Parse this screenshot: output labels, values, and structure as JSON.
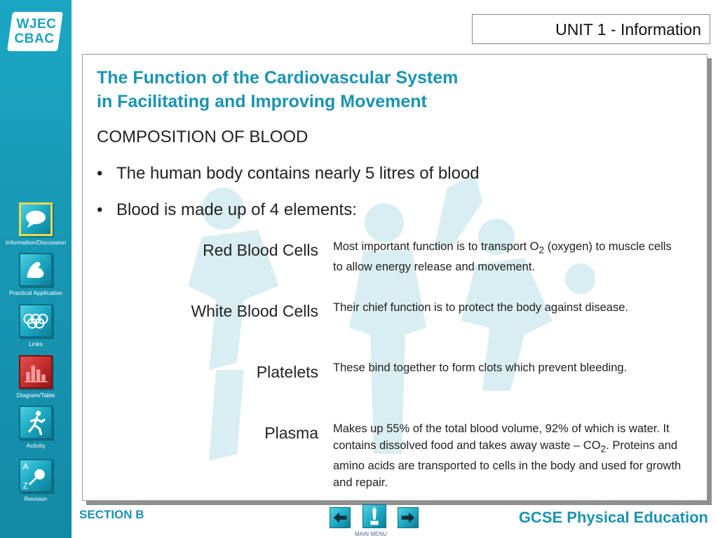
{
  "header": {
    "unit": "UNIT 1 - Information",
    "logo_line1": "WJEC",
    "logo_line2": "CBAC"
  },
  "sidebar": {
    "items": [
      {
        "label": "Information/Discussion",
        "icon": "speech-bubble-icon"
      },
      {
        "label": "Practical Application",
        "icon": "flexed-arm-icon"
      },
      {
        "label": "Links",
        "icon": "olympic-rings-icon"
      },
      {
        "label": "Diagram/Table",
        "icon": "bar-chart-icon"
      },
      {
        "label": "Activity",
        "icon": "running-person-icon"
      },
      {
        "label": "Revision",
        "icon": "a-z-magnifier-icon",
        "letter_a": "A",
        "letter_z": "Z"
      }
    ]
  },
  "main": {
    "title_line1": "The Function of the Cardiovascular System",
    "title_line2": "in Facilitating and Improving Movement",
    "subheading": "COMPOSITION OF BLOOD",
    "bullets": [
      "The human body contains nearly 5 litres of blood",
      "Blood is made up of 4 elements:"
    ],
    "bullet_symbol": "•",
    "elements": [
      {
        "term": "Red Blood Cells",
        "desc_before": "Most important function is to transport O",
        "desc_sub": "2",
        "desc_after": " (oxygen) to muscle cells to allow energy release and movement."
      },
      {
        "term": "White Blood Cells",
        "desc": "Their chief function is to protect the body against disease."
      },
      {
        "term": "Platelets",
        "desc": "These bind together to form clots which prevent bleeding."
      },
      {
        "term": "Plasma",
        "desc_before": "Makes up 55% of the total blood volume, 92% of which is water. It contains dissolved food and takes away waste – CO",
        "desc_sub": "2",
        "desc_after": ". Proteins and amino acids are transported to cells in the body and used for growth and repair."
      }
    ]
  },
  "footer": {
    "section": "SECTION B",
    "course": "GCSE Physical Education",
    "main_menu": "MAIN MENU"
  },
  "colors": {
    "accent": "#1a93b3",
    "sidebar": "#1aa7c2",
    "active_border": "#e8d94a",
    "diagram_button": "#c22a2a"
  }
}
